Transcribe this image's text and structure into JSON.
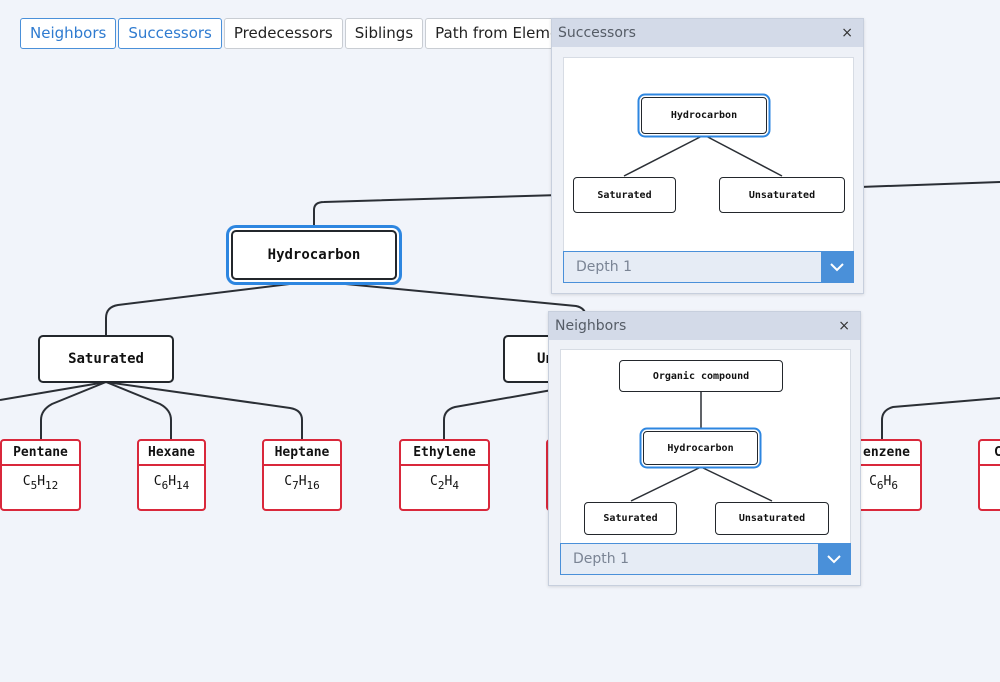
{
  "toolbar": {
    "buttons": [
      {
        "label": "Neighbors",
        "active": true
      },
      {
        "label": "Successors",
        "active": true
      },
      {
        "label": "Predecessors",
        "active": false
      },
      {
        "label": "Siblings",
        "active": false
      },
      {
        "label": "Path from Element",
        "active": false
      }
    ]
  },
  "diagram": {
    "focus": "Hydrocarbon",
    "categories": [
      "Saturated",
      "Unsaturated"
    ],
    "leaves": [
      {
        "name": "Pentane",
        "formula": [
          [
            "C",
            "5"
          ],
          [
            "H",
            "12"
          ]
        ]
      },
      {
        "name": "Hexane",
        "formula": [
          [
            "C",
            "6"
          ],
          [
            "H",
            "14"
          ]
        ]
      },
      {
        "name": "Heptane",
        "formula": [
          [
            "C",
            "7"
          ],
          [
            "H",
            "16"
          ]
        ]
      },
      {
        "name": "Ethylene",
        "formula": [
          [
            "C",
            "2"
          ],
          [
            "H",
            "4"
          ]
        ]
      },
      {
        "name": "Benzene",
        "formula": [
          [
            "C",
            "6"
          ],
          [
            "H",
            "6"
          ]
        ]
      }
    ],
    "partial_labels": {
      "unsaturated_visible": "Un",
      "benzene_visible": "enzene",
      "right_edge_initial": "C"
    }
  },
  "panels": {
    "successors": {
      "title": "Successors",
      "close": "×",
      "root": "Hydrocarbon",
      "children": [
        "Saturated",
        "Unsaturated"
      ],
      "depth": "Depth 1"
    },
    "neighbors": {
      "title": "Neighbors",
      "close": "×",
      "parent": "Organic compound",
      "focus": "Hydrocarbon",
      "children": [
        "Saturated",
        "Unsaturated"
      ],
      "depth": "Depth 1"
    }
  },
  "colors": {
    "accent": "#2d86e0",
    "leaf_border": "#d9283b",
    "node_border": "#23272c",
    "background": "#f1f4fa"
  },
  "icons": {
    "close": "close-icon",
    "dropdown": "chevron-down-icon"
  }
}
